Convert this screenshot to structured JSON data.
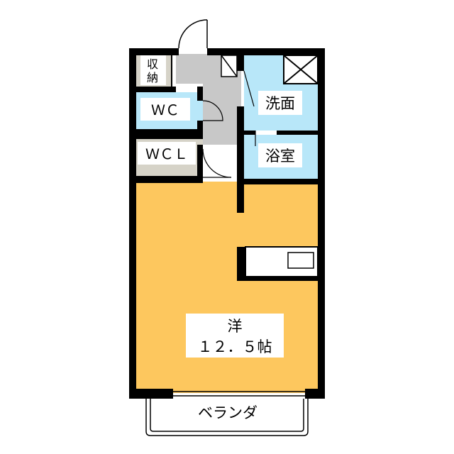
{
  "floorplan": {
    "rooms": {
      "storage": {
        "label_line1": "収",
        "label_line2": "納"
      },
      "wc": {
        "label": "ＷＣ"
      },
      "wcl": {
        "label": "ＷＣＬ"
      },
      "washroom": {
        "label": "洗面"
      },
      "bathroom": {
        "label": "浴室"
      },
      "western_room": {
        "label_line1": "洋",
        "label_line2": "１２．５帖"
      },
      "balcony": {
        "label": "ベランダ"
      }
    },
    "colors": {
      "western_room": "#fdc75e",
      "wet_area": "#b8e7f9",
      "storage_area": "#d6d3c8",
      "hallway": "#c8c8c8",
      "wall": "#000000",
      "background": "#ffffff"
    }
  }
}
